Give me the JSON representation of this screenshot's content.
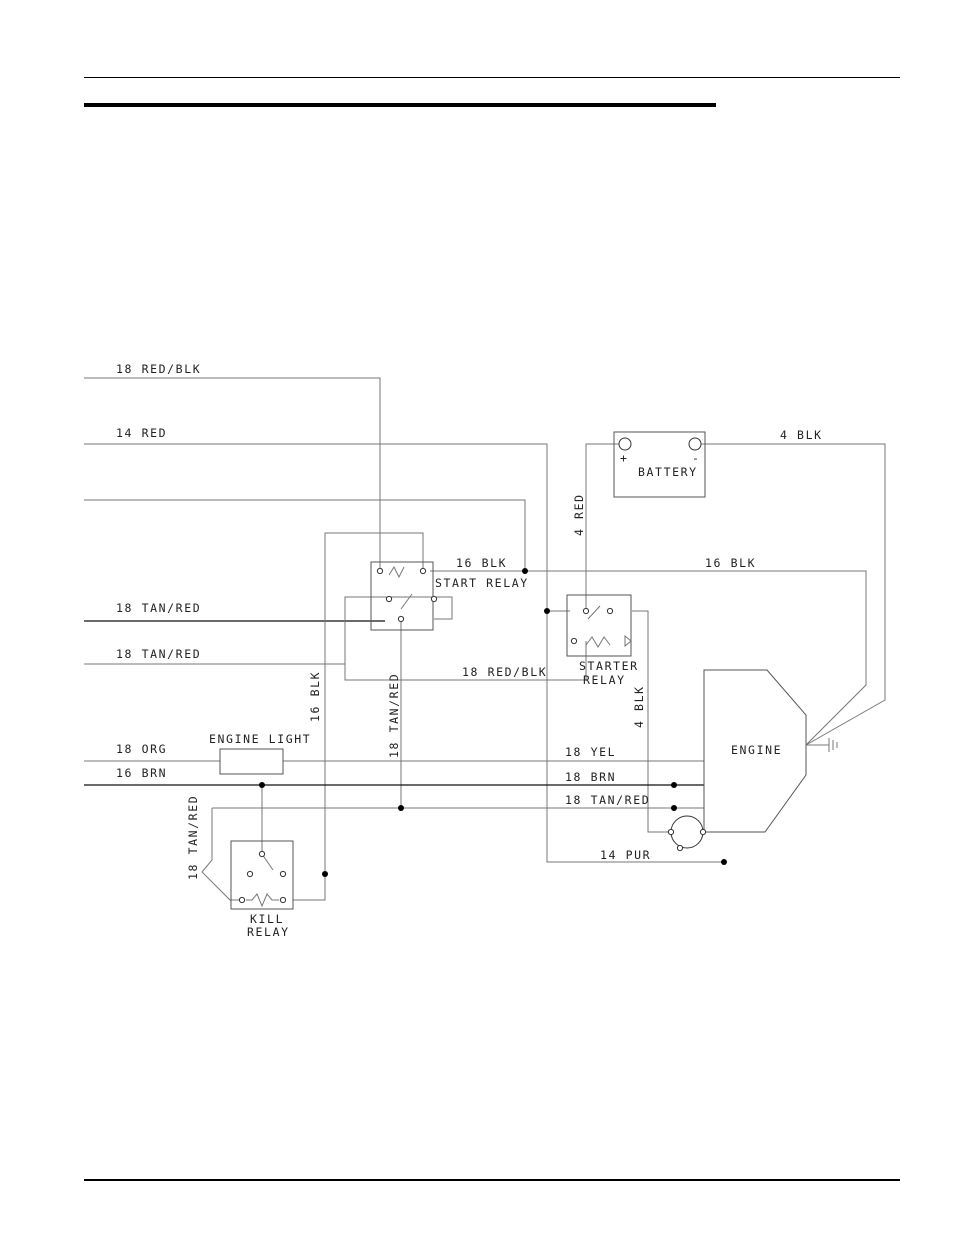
{
  "wire_labels": {
    "red_blk_top": "18 RED/BLK",
    "red_14": "14 RED",
    "tan_red_1": "18 TAN/RED",
    "tan_red_2": "18 TAN/RED",
    "org": "18 ORG",
    "brn_16": "16 BRN",
    "blk_16_start": "16 BLK",
    "blk_16_right": "16 BLK",
    "blk_4_top": "4 BLK",
    "red_4": "4 RED",
    "red_blk_mid": "18 RED/BLK",
    "blk_16_vert": "16 BLK",
    "tan_red_vert": "18 TAN/RED",
    "blk_4_vert": "4 BLK",
    "yel": "18 YEL",
    "brn_18": "18 BRN",
    "tan_red_3": "18 TAN/RED",
    "tan_red_kill": "18 TAN/RED",
    "pur_14": "14 PUR"
  },
  "components": {
    "battery": "BATTERY",
    "battery_plus": "+",
    "battery_minus": "-",
    "start_relay": "START RELAY",
    "starter_relay_1": "STARTER",
    "starter_relay_2": "RELAY",
    "engine": "ENGINE",
    "engine_light": "ENGINE LIGHT",
    "kill_relay_1": "KILL",
    "kill_relay_2": "RELAY"
  }
}
